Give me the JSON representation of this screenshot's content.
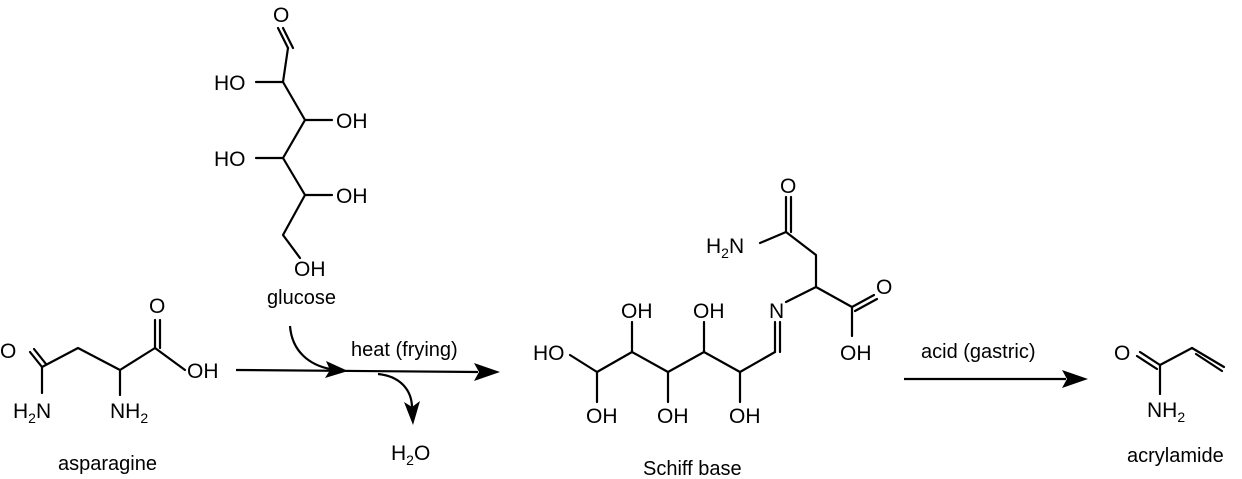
{
  "compounds": {
    "glucose": "glucose",
    "asparagine": "asparagine",
    "schiff_base": "Schiff base",
    "acrylamide": "acrylamide"
  },
  "conditions": {
    "heat": "heat (frying)",
    "acid": "acid (gastric)"
  },
  "byproduct": {
    "main": "H",
    "sub": "2",
    "tail": "O"
  },
  "atoms": {
    "O": "O",
    "N": "N",
    "OH": "OH",
    "HO": "HO",
    "H": "H",
    "two": "2"
  }
}
